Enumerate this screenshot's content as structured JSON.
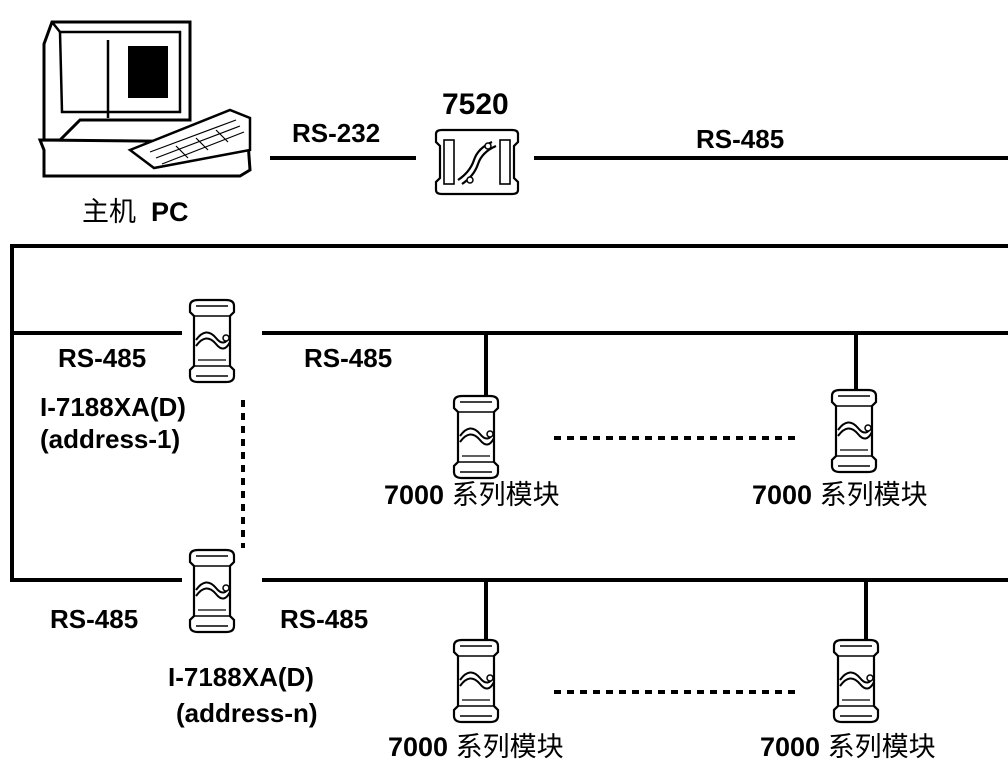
{
  "host": {
    "cn": "主机",
    "en": "PC"
  },
  "converter": {
    "model": "7520"
  },
  "links": {
    "pc_to_converter": "RS-232",
    "converter_to_bus": "RS-485"
  },
  "gateways": [
    {
      "left_port": "RS-485",
      "right_port": "RS-485",
      "model": "I-7188XA(D)",
      "address": "(address-1)"
    },
    {
      "left_port": "RS-485",
      "right_port": "RS-485",
      "model": "I-7188XA(D)",
      "address": "(address-n)"
    }
  ],
  "module_label": {
    "model": "7000",
    "cn": "系列模块"
  },
  "colors": {
    "line": "#000000",
    "background": "#ffffff"
  }
}
